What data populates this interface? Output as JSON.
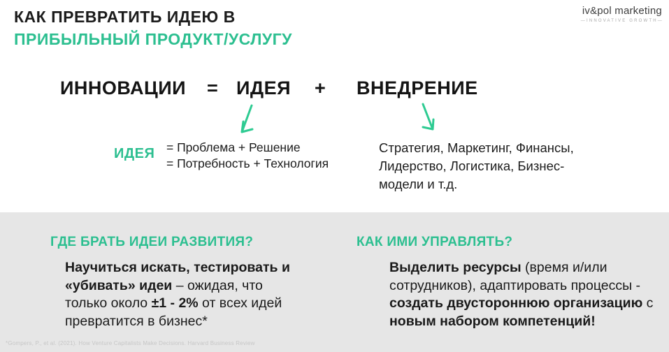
{
  "accent_color": "#2cbf90",
  "arrow_color": "#2ecb92",
  "gray_band_color": "#e6e6e6",
  "header": {
    "title_line1": "КАК ПРЕВРАТИТЬ ИДЕЮ В",
    "title_line2": "ПРИБЫЛЬНЫЙ ПРОДУКТ/УСЛУГУ",
    "logo": {
      "name": "iv&pol marketing",
      "tagline": "—INNOVATIVE GROWTH—"
    }
  },
  "equation": {
    "term1": "ИННОВАЦИИ",
    "equals": "=",
    "term2": "ИДЕЯ",
    "plus": "+",
    "term3": "ВНЕДРЕНИЕ"
  },
  "idea_definition": {
    "label": "ИДЕЯ",
    "lines": "= Проблема + Решение\n= Потребность + Технология"
  },
  "implementation_definition": {
    "lines": "Стратегия, Маркетинг, Финансы,\nЛидерство, Логистика, Бизнес-\nмодели и т.д."
  },
  "bottom": {
    "left": {
      "heading": "ГДЕ БРАТЬ ИДЕИ РАЗВИТИЯ?",
      "line1_bold": "Научиться искать, тестировать и",
      "line2_bold": "«убивать» идеи",
      "line2_normal": " – ожидая, что",
      "line3_normal1": "только около ",
      "line3_bold": "±1 - 2%",
      "line3_normal2": " от всех идей",
      "line4_normal": "превратится в бизнес*"
    },
    "right": {
      "heading": "КАК ИМИ УПРАВЛЯТЬ?",
      "line1_bold": "Выделить ресурсы",
      "line1_normal": " (время и/или",
      "line2_normal": "сотрудников), адаптировать процессы -",
      "line3_bold": "создать двустороннюю организацию",
      "line3_normal": " с",
      "line4_bold": "новым набором компетенций!"
    }
  },
  "footnote": "*Gompers, P., et al. (2021). How Venture Capitalists Make Decisions. Harvard Business Review"
}
